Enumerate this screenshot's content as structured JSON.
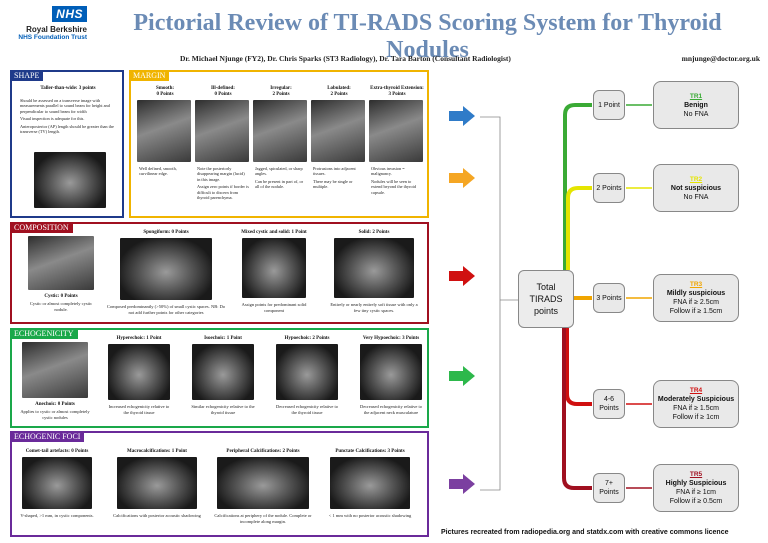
{
  "header": {
    "nhs": "NHS",
    "org": "Royal Berkshire",
    "trust": "NHS Foundation Trust",
    "title": "Pictorial Review of TI-RADS Scoring System for Thyroid Nodules",
    "authors": "Dr. Michael Njunge (FY2), Dr. Chris Sparks (ST3 Radiology), Dr. Tara Barton (Consultant Radiologist)",
    "email": "mnjunge@doctor.org.uk"
  },
  "shape": {
    "tag": "SHAPE",
    "heading": "Taller-than-wide: 3 points",
    "bullets": [
      "Should be assessed on a transverse image with measurements parallel to sound beam for height and perpendicular to sound beam for width",
      "Visual inspection is adequate for this.",
      "Anteroposterior (AP) length should be greater than the transverse (TV) length."
    ]
  },
  "margin": {
    "tag": "MARGIN",
    "items": [
      {
        "h1": "Smooth:",
        "h2": "0 Points",
        "b": [
          "Well defined, smooth, curvilinear edge."
        ]
      },
      {
        "h1": "Ill-defined:",
        "h2": "0 Points",
        "b": [
          "Note the posteriorly disappearing margin (lucid) in this image.",
          "Assign zero points if border is difficult to discern from thyroid parenchyma."
        ]
      },
      {
        "h1": "Irregular:",
        "h2": "2 Points",
        "b": [
          "Jagged, spiculated, or sharp angles.",
          "Can be present in part of, or all of the nodule."
        ]
      },
      {
        "h1": "Lobulated:",
        "h2": "2 Points",
        "b": [
          "Protrusions into adjacent tissues.",
          "There may be single or multiple."
        ]
      },
      {
        "h1": "Extra-thyroid Extension:",
        "h2": "3 Points",
        "b": [
          "Obvious invasion = malignancy.",
          "Nodules will be seen to extend beyond the thyroid capsule."
        ]
      }
    ]
  },
  "composition": {
    "tag": "COMPOSITION",
    "items": [
      {
        "h": "Cystic: 0 Points",
        "c": "Cystic or almost completely cystic nodule."
      },
      {
        "h": "Spongiform: 0 Points",
        "c": "Composed predominantly (>50%) of small cystic spaces. NB: Do not add further points for other categories"
      },
      {
        "h": "Mixed cystic and solid: 1 Point",
        "c": "Assign points for predominant solid component"
      },
      {
        "h": "Solid: 2 Points",
        "c": "Entirely or nearly entirely soft tissue with only a few tiny cystic spaces."
      }
    ]
  },
  "echogenicity": {
    "tag": "ECHOGENICITY",
    "items": [
      {
        "h": "Anechoic: 0 Points",
        "c": "Applies to cystic or almost completely cystic nodules"
      },
      {
        "h": "Hyperechoic: 1 Point",
        "c": "Increased echogenicity relative to the thyroid tissue"
      },
      {
        "h": "Isoechoic: 1 Point",
        "c": "Similar echogenicity relative to the thyroid tissue"
      },
      {
        "h": "Hypoechoic: 2 Points",
        "c": "Decreased echogenicity relative to the thyroid tissue"
      },
      {
        "h": "Very Hypoechoic: 3 Points",
        "c": "Decreased echogenicity relative to the adjacent neck musculature"
      }
    ]
  },
  "foci": {
    "tag": "ECHOGENIC FOCI",
    "items": [
      {
        "h": "Comet-tail artefacts: 0 Points",
        "c": "V-shaped, >1 mm, in cystic components."
      },
      {
        "h": "Macrocalcifications: 1 Point",
        "c": "Calcifications with posterior acoustic shadowing"
      },
      {
        "h": "Peripheral Calcifications: 2 Points",
        "c": "Calcifications at periphery of the nodule. Complete or incomplete along margin."
      },
      {
        "h": "Punctate Calcifications: 3 Points",
        "c": "< 1 mm with no posterior acoustic shadowing"
      }
    ]
  },
  "flow": {
    "total": [
      "Total",
      "TIRADS",
      "points"
    ],
    "points": [
      [
        "1 Point"
      ],
      [
        "2 Points"
      ],
      [
        "3 Points"
      ],
      [
        "4-6",
        "Points"
      ],
      [
        "7+",
        "Points"
      ]
    ],
    "results": [
      {
        "tr": "TR1",
        "l1": "Benign",
        "l2": "No FNA",
        "l3": "",
        "color": "#3aaa35"
      },
      {
        "tr": "TR2",
        "l1": "Not suspicious",
        "l2": "No FNA",
        "l3": "",
        "color": "#e5e500"
      },
      {
        "tr": "TR3",
        "l1": "Mildly suspicious",
        "l2": "FNA if ≥ 2.5cm",
        "l3": "Follow if ≥ 1.5cm",
        "color": "#f0a500"
      },
      {
        "tr": "TR4",
        "l1": "Moderately Suspicious",
        "l2": "FNA if ≥ 1.5cm",
        "l3": "Follow if ≥ 1cm",
        "color": "#d01010"
      },
      {
        "tr": "TR5",
        "l1": "Highly Suspicious",
        "l2": "FNA if ≥ 1cm",
        "l3": "Follow if ≥ 0.5cm",
        "color": "#a01020"
      }
    ],
    "arrow_colors": [
      "#2f7bc8",
      "#f5a623",
      "#d01010",
      "#2db84b",
      "#7b3fa0"
    ]
  },
  "footer": "Pictures recreated from radiopedia.org and statdx.com with creative commons licence"
}
